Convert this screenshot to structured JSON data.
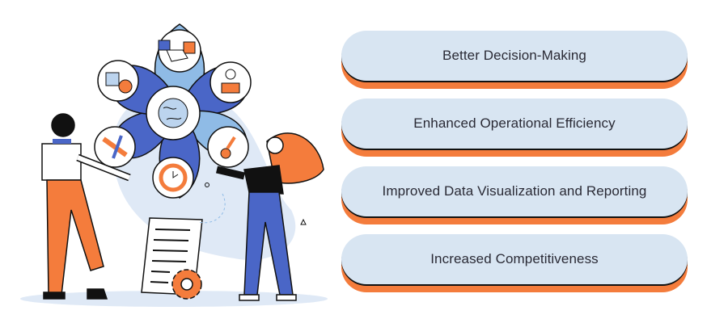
{
  "colors": {
    "pill_fill": "#d8e5f2",
    "pill_shadow": "#f47c3c",
    "accent_blue": "#4a66c7",
    "light_blue": "#8fbbe6",
    "bg_blob": "#dfe9f6",
    "orange": "#f47c3c",
    "text": "#2a2a35"
  },
  "benefits": [
    {
      "label": "Better Decision-Making"
    },
    {
      "label": "Enhanced Operational Efficiency"
    },
    {
      "label": "Improved Data Visualization and Reporting"
    },
    {
      "label": "Increased Competitiveness"
    }
  ],
  "illustration": {
    "center_icon": "globe-icon",
    "petal_icons": [
      "handshake-icon",
      "user-icon",
      "key-icon",
      "clock-icon",
      "ruler-pencil-icon",
      "cube-shape-icon"
    ],
    "extras": [
      "document-icon",
      "gear-icon"
    ]
  }
}
